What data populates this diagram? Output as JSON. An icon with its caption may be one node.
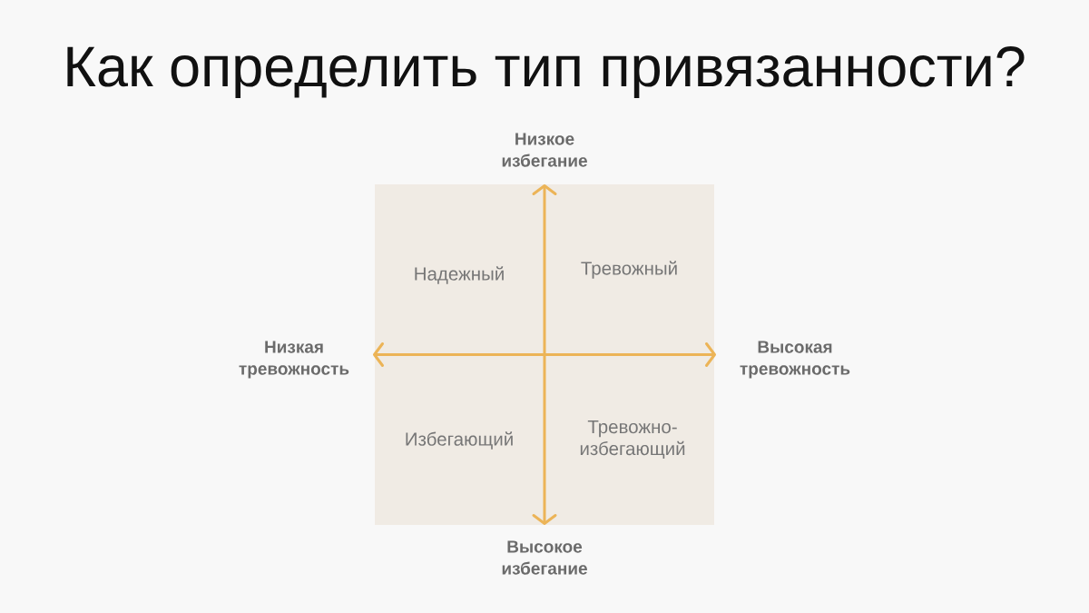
{
  "diagram": {
    "title": "Как определить тип привязанности?",
    "nodes": [
      {
        "text": [
          "Надежный",
          "Тревожный",
          "Избегающий",
          "Тревожно-избегающий"
        ]
      }
    ],
    "labels": [
      "Низкое избегание",
      "Низкая тревожность",
      "Высокая тревожность",
      "Высокое избегание"
    ]
  }
}
